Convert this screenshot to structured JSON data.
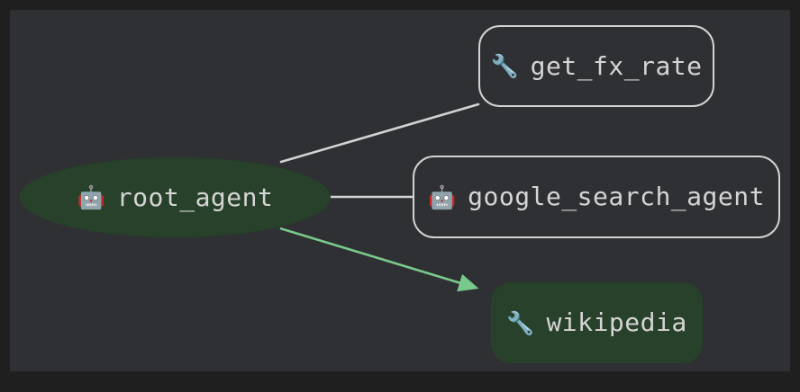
{
  "canvas": {
    "background": "#2f3033",
    "frame_background": "#1f1f1f"
  },
  "graph": {
    "title": "root_agent",
    "colors": {
      "agent_fill": "#27412a",
      "tool_fill": "#2f3033",
      "node_stroke": "#d3d3d3",
      "text": "#d5d5d5",
      "edge_plain": "#d3d3d3",
      "edge_highlight": "#79c98c"
    },
    "nodes": [
      {
        "id": "root_agent",
        "label": "root_agent",
        "icon": "robot-icon",
        "icon_glyph": "🤖",
        "kind": "agent",
        "shape": "ellipse",
        "highlighted": true
      },
      {
        "id": "get_fx_rate",
        "label": "get_fx_rate",
        "icon": "wrench-icon",
        "icon_glyph": "🔧",
        "kind": "tool",
        "shape": "rounded-rect",
        "highlighted": false
      },
      {
        "id": "google_search_agent",
        "label": "google_search_agent",
        "icon": "robot-icon",
        "icon_glyph": "🤖",
        "kind": "agent",
        "shape": "rounded-rect",
        "highlighted": false
      },
      {
        "id": "wikipedia",
        "label": "wikipedia",
        "icon": "wrench-icon",
        "icon_glyph": "🔧",
        "kind": "tool",
        "shape": "rounded-rect",
        "highlighted": true
      }
    ],
    "edges": [
      {
        "id": "root_agent-get_fx_rate",
        "from": "root_agent",
        "to": "get_fx_rate",
        "style": "plain",
        "arrow": false
      },
      {
        "id": "root_agent-google_search_agent",
        "from": "root_agent",
        "to": "google_search_agent",
        "style": "plain",
        "arrow": false
      },
      {
        "id": "root_agent-wikipedia",
        "from": "root_agent",
        "to": "wikipedia",
        "style": "highlight",
        "arrow": true
      }
    ]
  }
}
